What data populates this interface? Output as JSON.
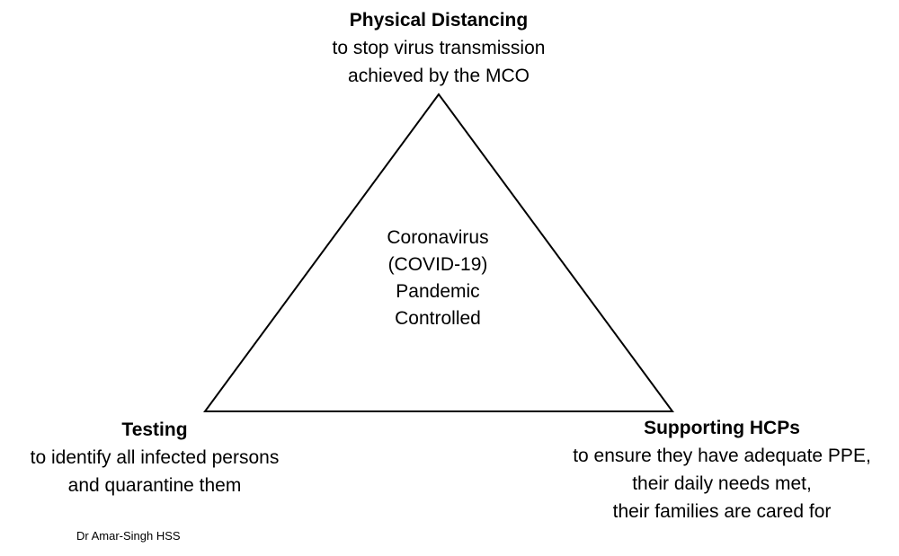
{
  "diagram": {
    "top": {
      "title": "Physical Distancing",
      "lines": [
        "to stop virus transmission",
        "achieved by the MCO"
      ]
    },
    "center": {
      "lines": [
        "Coronavirus",
        "(COVID-19)",
        "Pandemic",
        "Controlled"
      ]
    },
    "bottom_left": {
      "title": "Testing",
      "lines": [
        "to identify all infected persons",
        "and quarantine them"
      ]
    },
    "bottom_right": {
      "title": "Supporting HCPs",
      "lines": [
        "to ensure they have adequate PPE,",
        "their daily needs met,",
        "their families are cared for"
      ]
    },
    "attribution": "Dr Amar-Singh HSS",
    "colors": {
      "background": "#ffffff",
      "text": "#000000",
      "triangle_stroke": "#000000"
    }
  }
}
